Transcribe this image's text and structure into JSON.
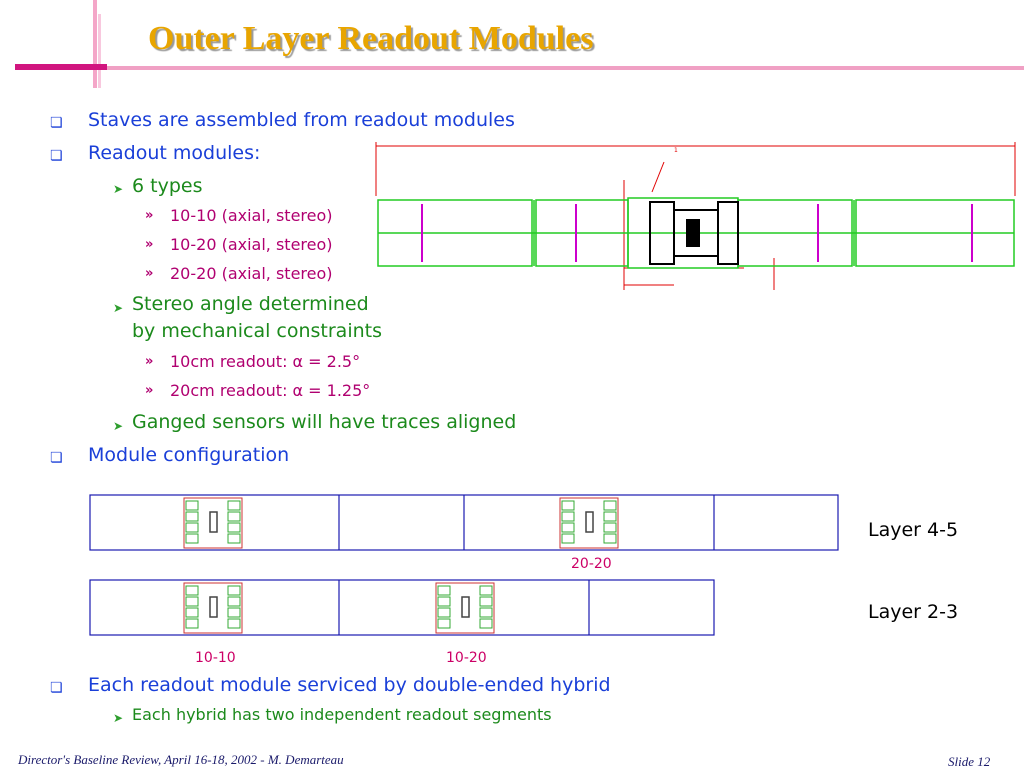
{
  "title": "Outer Layer Readout Modules",
  "bullets": {
    "b1": "Staves are assembled from readout modules",
    "b2": "Readout modules:",
    "b2_1": "6 types",
    "b2_1_1": "10-10 (axial, stereo)",
    "b2_1_2": "10-20 (axial, stereo)",
    "b2_1_3": "20-20 (axial, stereo)",
    "b2_2a": "Stereo angle determined",
    "b2_2b": "by mechanical constraints",
    "b2_2_1": "10cm readout: α = 2.5°",
    "b2_2_2": "20cm readout: α = 1.25°",
    "b2_3": "Ganged sensors will have traces aligned",
    "b3": "Module configuration",
    "b4": "Each readout module serviced by double-ended hybrid",
    "b4_1": "Each hybrid has two independent readout segments"
  },
  "diagram": {
    "layer45": "Layer 4-5",
    "layer23": "Layer 2-3",
    "label_2020": "20-20",
    "label_1010": "10-10",
    "label_1020": "10-20"
  },
  "footer": {
    "left": "Director's Baseline Review, April 16-18, 2002  - M. Demarteau",
    "right": "Slide 12"
  }
}
